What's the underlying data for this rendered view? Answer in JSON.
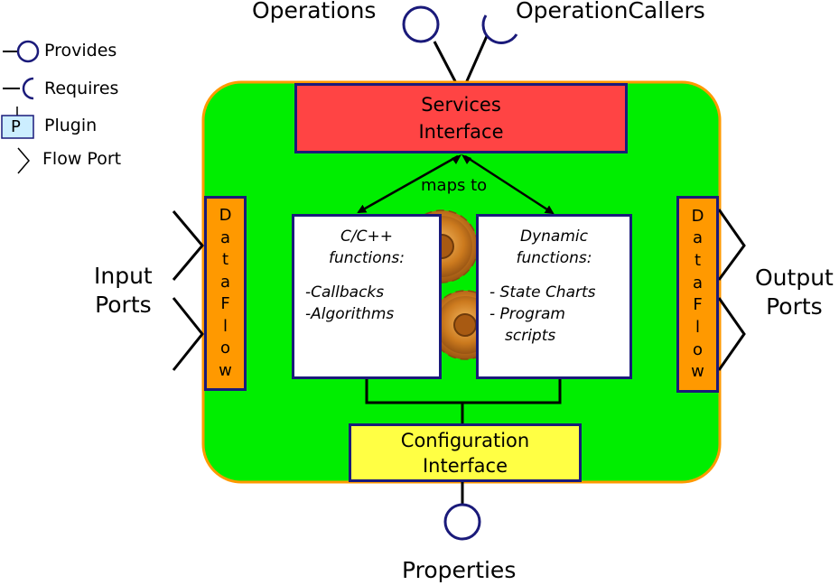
{
  "legend": {
    "provides": "Provides",
    "requires": "Requires",
    "plugin": "Plugin",
    "plugin_letter": "P",
    "flow_port": "Flow Port"
  },
  "top": {
    "operations": "Operations",
    "operation_callers": "OperationCallers"
  },
  "services_interface": {
    "line1": "Services",
    "line2": "Interface"
  },
  "maps_to": "maps to",
  "cpp_functions": {
    "title1": "C/C++",
    "title2": "functions:",
    "items": [
      "-Callbacks",
      "-Algorithms"
    ]
  },
  "dynamic_functions": {
    "title1": "Dynamic",
    "title2": "functions:",
    "items": [
      "- State Charts",
      "- Program",
      "scripts"
    ]
  },
  "data_flow_left": [
    "D",
    "a",
    "t",
    "a",
    "F",
    "l",
    "o",
    "w"
  ],
  "data_flow_right": [
    "D",
    "a",
    "t",
    "a",
    "F",
    "l",
    "o",
    "w"
  ],
  "input_ports": {
    "line1": "Input",
    "line2": "Ports"
  },
  "output_ports": {
    "line1": "Output",
    "line2": "Ports"
  },
  "configuration_interface": {
    "line1": "Configuration",
    "line2": "Interface"
  },
  "properties": "Properties",
  "colors": {
    "component_fill": "#00ee00",
    "component_border": "#ff9900",
    "services_fill": "#ff4444",
    "config_fill": "#ffff44",
    "dataflow_fill": "#ff9900",
    "port_stroke": "#1a1a7a",
    "plugin_fill": "#cceeff"
  }
}
